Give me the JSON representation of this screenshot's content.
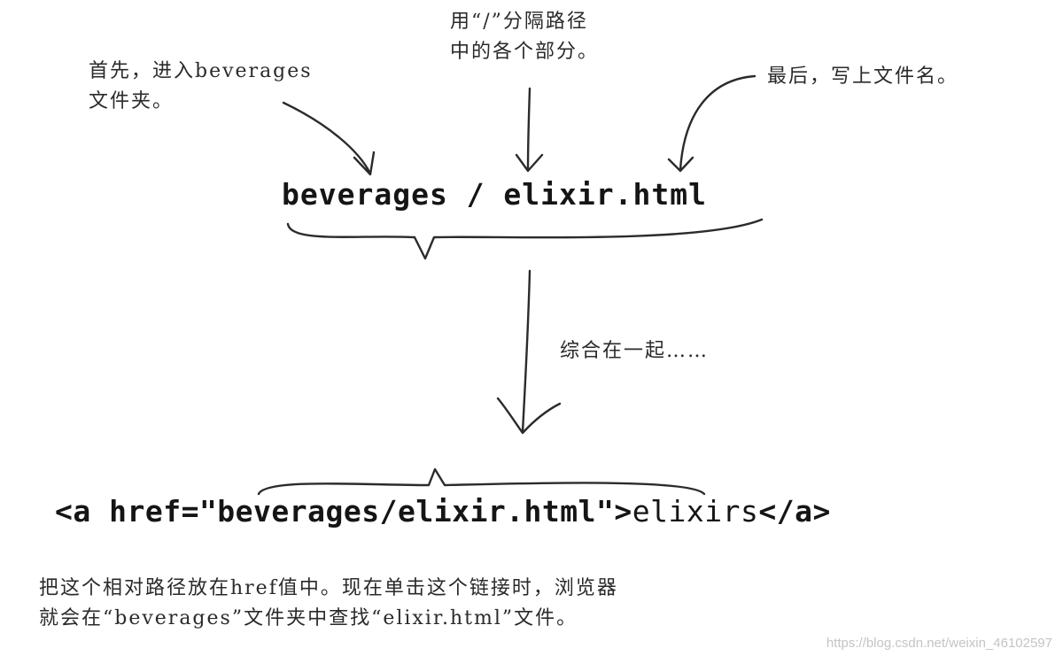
{
  "annotations": {
    "step1": "首先，进入beverages\n文件夹。",
    "separator": "用“/”分隔路径\n中的各个部分。",
    "last": "最后，写上文件名。",
    "combine": "综合在一起……",
    "explanation": "把这个相对路径放在href值中。现在单击这个链接时，浏览器\n就会在“beverages”文件夹中查找“elixir.html”文件。"
  },
  "path_example": {
    "folder": "beverages",
    "slash": " / ",
    "file": "elixir.html"
  },
  "anchor_example": {
    "open_tag": "<a href=\"beverages/elixir.html\">",
    "link_text": "elixirs",
    "close_tag": "</a>"
  },
  "watermark": "https://blog.csdn.net/weixin_46102597"
}
